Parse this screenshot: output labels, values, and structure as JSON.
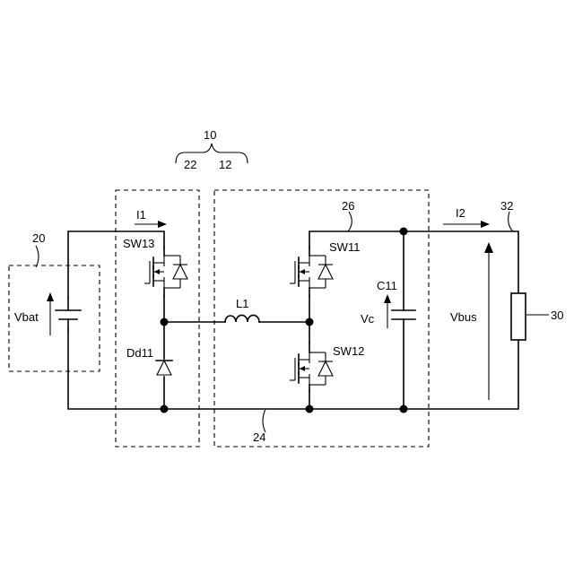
{
  "labels": {
    "ref_10": "10",
    "ref_22": "22",
    "ref_12": "12",
    "ref_20": "20",
    "ref_26": "26",
    "ref_32": "32",
    "ref_30": "30",
    "ref_24": "24",
    "i1": "I1",
    "i2": "I2",
    "vbat": "Vbat",
    "sw13": "SW13",
    "sw11": "SW11",
    "sw12": "SW12",
    "dd11": "Dd11",
    "l1": "L1",
    "c11": "C11",
    "vc": "Vc",
    "vbus": "Vbus"
  },
  "icons": {
    "switch": "mosfet-icon",
    "diode": "diode-icon",
    "battery": "battery-icon",
    "inductor": "inductor-icon",
    "capacitor": "capacitor-icon",
    "load": "resistor-icon"
  }
}
